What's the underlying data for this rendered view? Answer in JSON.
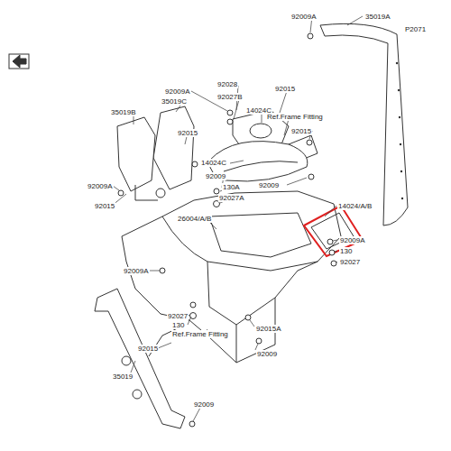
{
  "diagram": {
    "labels": [
      "P2071",
      "92009A",
      "35019A",
      "92009A",
      "92028",
      "92027B",
      "92015",
      "14024C",
      "35019C",
      "35019B",
      "92015",
      "Ref.Frame Fitting",
      "92015",
      "14024C",
      "92009",
      "92009",
      "130A",
      "92027A",
      "92009A",
      "92015",
      "26004/A/B",
      "14024/A/B",
      "92009A",
      "130",
      "92027",
      "92009A",
      "92027",
      "130",
      "Ref.Frame Fitting",
      "92015",
      "92015A",
      "92009",
      "35019",
      "92009"
    ]
  }
}
